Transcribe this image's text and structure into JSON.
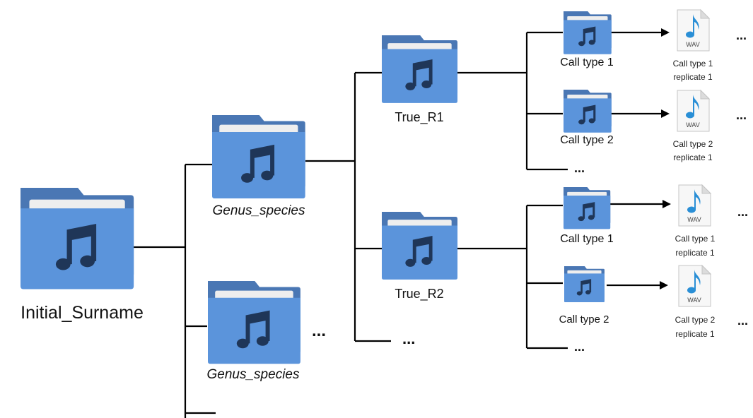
{
  "diagram": {
    "root": {
      "label": "Initial_Surname"
    },
    "species": [
      {
        "label": "Genus_species",
        "more": "..."
      },
      {
        "label": "Genus_species",
        "more": "..."
      }
    ],
    "species_more": "...",
    "recorders": [
      {
        "label": "True_R1",
        "calls": [
          {
            "label": "Call type 1",
            "file": {
              "type": "WAV",
              "line1": "Call type 1",
              "line2": "replicate 1",
              "more": "..."
            }
          },
          {
            "label": "Call type 2",
            "file": {
              "type": "WAV",
              "line1": "Call type 2",
              "line2": "replicate 1",
              "more": "..."
            }
          }
        ],
        "calls_more": "..."
      },
      {
        "label": "True_R2",
        "calls": [
          {
            "label": "Call type 1",
            "file": {
              "type": "WAV",
              "line1": "Call type 1",
              "line2": "replicate 1",
              "more": "..."
            }
          },
          {
            "label": "Call type 2",
            "file": {
              "type": "WAV",
              "line1": "Call type 2",
              "line2": "replicate 1",
              "more": "..."
            }
          }
        ],
        "calls_more": "..."
      }
    ],
    "recorders_more": "..."
  },
  "colors": {
    "folder_back": "#4a77b4",
    "folder_paper": "#eeeeee",
    "folder_front": "#5b94db",
    "note": "#1f3658",
    "wav_note": "#2a8fd6",
    "line": "#000000"
  },
  "icons": [
    "music-folder-icon",
    "wav-file-icon",
    "music-note-icon"
  ]
}
